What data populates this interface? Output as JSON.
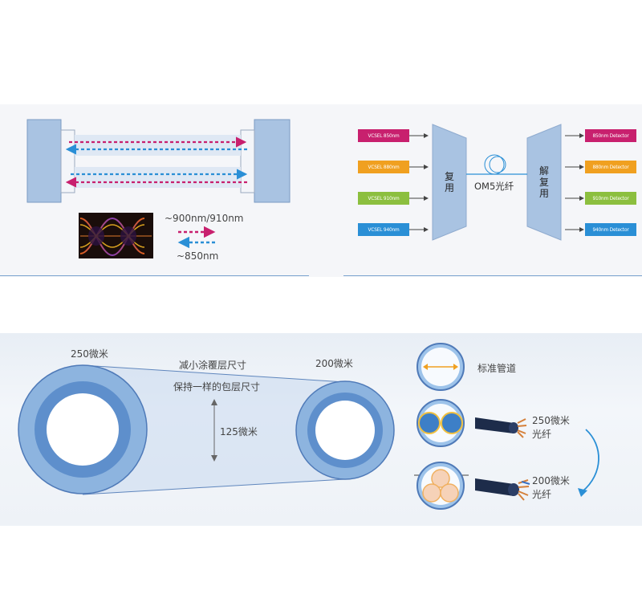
{
  "panel1": {
    "legend_long": "~900nm/910nm",
    "legend_short": "~850nm"
  },
  "panel2": {
    "vcsel_labels": [
      "VCSEL 850nm",
      "VCSEL 880nm",
      "VCSEL 910nm",
      "VCSEL 940nm"
    ],
    "detector_labels": [
      "850nm Detector",
      "880nm Detector",
      "910nm Detector",
      "940nm Detector"
    ],
    "mux_label": "复用",
    "demux_label": "解复用",
    "fiber_label": "OM5光纤",
    "colors": [
      "#c8206e",
      "#f0a020",
      "#8cbf3f",
      "#2a8fd6"
    ]
  },
  "panel3": {
    "fiber_250_label": "250微米",
    "fiber_200_label": "200微米",
    "reduce_coating_label": "减小涂覆层尺寸",
    "same_cladding_label": "保持一样的包层尺寸",
    "cladding_label": "125微米",
    "standard_duct_label": "标准管道",
    "arrow_from_label": "250微米 光纤",
    "arrow_to_label": "200微米 光纤"
  }
}
